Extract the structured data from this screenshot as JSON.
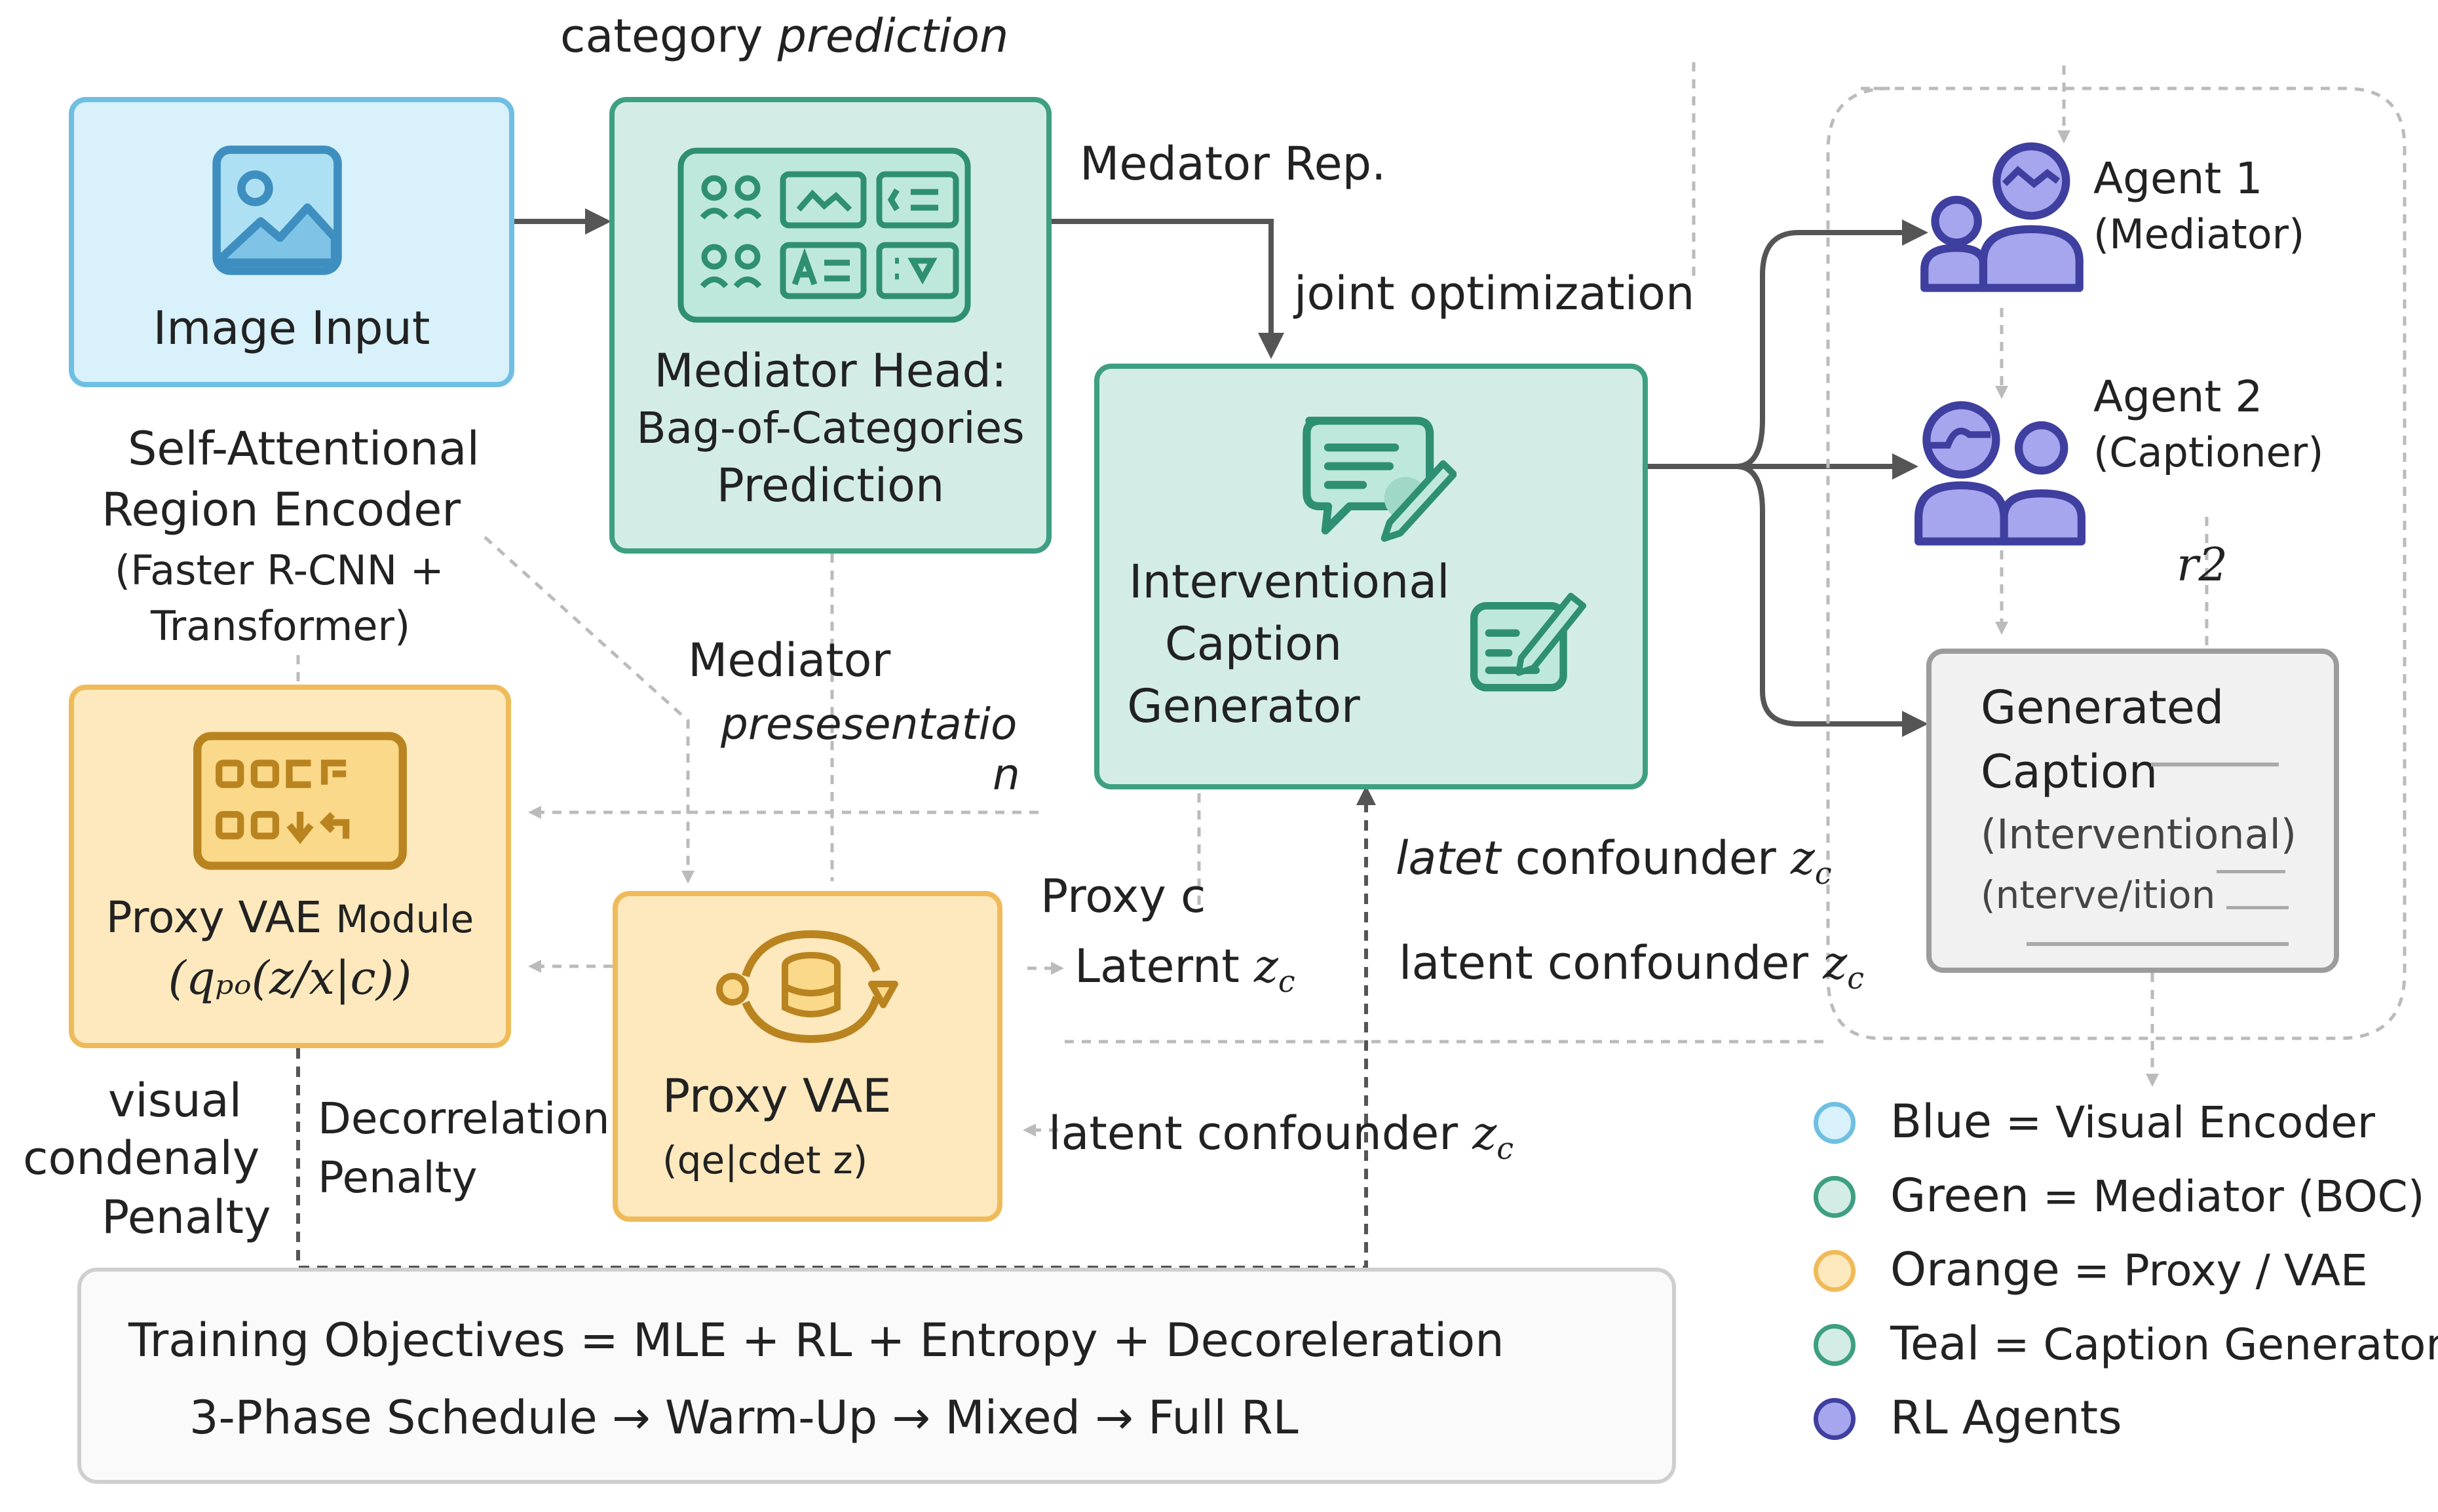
{
  "labels": {
    "category_prediction_a": "category ",
    "category_prediction_b": "prediction",
    "medator_rep": "Medator Rep.",
    "joint_optimization": "joint optimization",
    "self_attentional": "Self-Attentional",
    "region_encoder": "Region Encoder",
    "faster_rcnn": "(Faster R-CNN +",
    "transformer": "Transformer)",
    "mediator_word": "Mediator",
    "presesentatio": "presesentatio",
    "presesentatio_n": "n",
    "proxy_c": "Proxy c",
    "laternt_a": "Laternt ",
    "latet_a": "latet",
    "latet_b": " confounder ",
    "latent_confounder_b": "latent confounder ",
    "latent_confounder_c": "latent confounder ",
    "z_sub": "z",
    "c_sub": "c",
    "r2": "r2",
    "visual": "visual",
    "condenaly": "condenaly",
    "penalty_left": "Penalty",
    "decorrelation": "Decorrelation",
    "penalty_mid": "Penalty"
  },
  "nodes": {
    "image_input": "Image Input",
    "mediator_head_1": "Mediator Head:",
    "mediator_head_2": "Bag-of-Categories",
    "mediator_head_3": "Prediction",
    "caption_gen_1": "Interventional",
    "caption_gen_2": "Caption",
    "caption_gen_3": "Generator",
    "proxy_vae_module_a": "Proxy VAE ",
    "proxy_vae_module_b": "Module",
    "proxy_vae_module_formula": "(qₚₒ(z/x|c))",
    "proxy_vae": "Proxy VAE",
    "proxy_vae_formula": "(qe|cdet z)",
    "agent1_1": "Agent 1",
    "agent1_2": "(Mediator)",
    "agent2_1": "Agent 2",
    "agent2_2": "(Captioner)",
    "generated_1": "Generated",
    "generated_2": "Caption",
    "generated_3": "(Interventional)",
    "generated_4": "(nterve/ition"
  },
  "training": {
    "line1": "Training Objectives = MLE + RL + Entropy + Decoreleration",
    "line2": "3-Phase Schedule → Warm-Up → Mixed → Full RL"
  },
  "legend": [
    {
      "key": "Blue",
      "rest": " = Visual Encoder",
      "color": "#6fbfe3",
      "fill": "#d8f1fb"
    },
    {
      "key": "Green",
      "rest": " = Mediator (BOC)",
      "color": "#3f9f82",
      "fill": "#d3ede6"
    },
    {
      "key": "Orange",
      "rest": " = Proxy / VAE",
      "color": "#efbb5a",
      "fill": "#fde9bd"
    },
    {
      "key": "Teal",
      "rest": " = Caption Generator",
      "color": "#3f9f82",
      "fill": "#d3ede6"
    },
    {
      "key": "RL Agents",
      "rest": "",
      "color": "#3f3f9f",
      "fill": "#a6a6ee"
    }
  ],
  "colors": {
    "blue": "#6fbfe3",
    "green": "#3f9f82",
    "orange": "#efbb5a",
    "purple": "#a6a6ee",
    "gray": "#9c9c9c"
  }
}
